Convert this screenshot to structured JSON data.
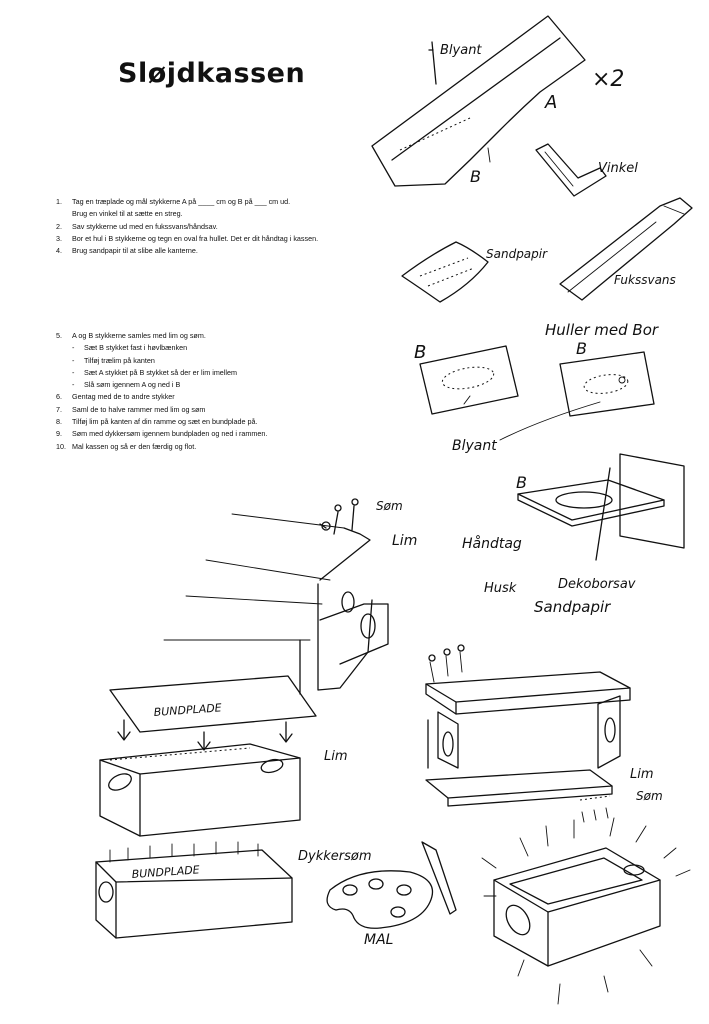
{
  "title": "Sløjdkassen",
  "steps_part1": [
    {
      "num": "1.",
      "text": "Tag en træplade og mål stykkerne A på ____ cm og B på ___ cm ud.",
      "cont": "Brug en vinkel til at sætte en streg."
    },
    {
      "num": "2.",
      "text": "Sav stykkerne ud med en fukssvans/håndsav."
    },
    {
      "num": "3.",
      "text": "Bor et hul i B stykkerne og tegn en oval fra hullet. Det er dit håndtag i kassen."
    },
    {
      "num": "4.",
      "text": "Brug sandpapir til at slibe alle kanterne."
    }
  ],
  "step5": {
    "num": "5.",
    "text": "A og B stykkerne samles med lim og søm."
  },
  "step5_sub": [
    "Sæt B stykket fast i høvlbænken",
    "Tilføj trælim på kanten",
    "Sæt A stykket på B stykket så der er lim imellem",
    "Slå søm igennem A og ned i B"
  ],
  "steps_part2": [
    {
      "num": "6.",
      "text": "Gentag med de to andre stykker"
    },
    {
      "num": "7.",
      "text": "Saml de to halve rammer med lim og søm"
    },
    {
      "num": "8.",
      "text": "Tilføj lim på kanten af din ramme og sæt en bundplade på."
    },
    {
      "num": "9.",
      "text": "Søm med dykkersøm igennem bundpladen og ned i rammen."
    },
    {
      "num": "10.",
      "text": "Mal kassen og så er den færdig og flot."
    }
  ],
  "sketch_labels": {
    "blyant": "Blyant",
    "times_two": "×2",
    "a": "A",
    "b": "B",
    "vinkel": "Vinkel",
    "sandpapir": "Sandpapir",
    "fukssvans": "Fukssvans",
    "huller_med_bor": "Huller med Bor",
    "b_left": "B",
    "b_right": "B",
    "blyant2": "Blyant",
    "b_handle": "B",
    "handtag": "Håndtag",
    "dekoborsav": "Dekoborsav",
    "husk": "Husk",
    "sandpapir2": "Sandpapir",
    "som": "Søm",
    "lim": "Lim",
    "bundplade": "BUNDPLADE",
    "lim2": "Lim",
    "lim3": "Lim",
    "som2": "Søm",
    "dykkersom": "Dykkersøm",
    "bundplade2": "BUNDPLADE",
    "mal": "MAL"
  }
}
